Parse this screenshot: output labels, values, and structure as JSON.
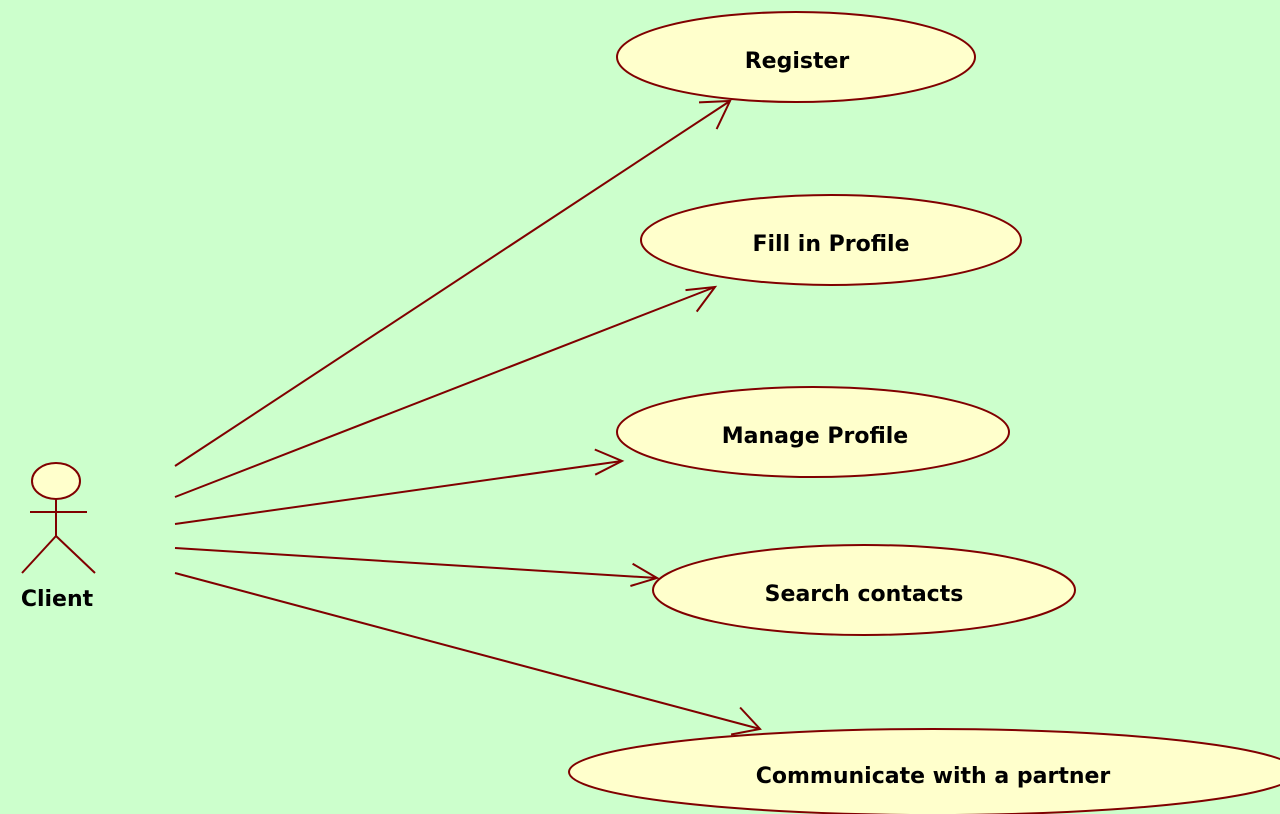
{
  "diagram_type": "UML use case diagram",
  "colors": {
    "background": "#ccffcc",
    "usecase_fill": "#ffffcc",
    "stroke": "#800000",
    "text": "#000000"
  },
  "actor": {
    "label": "Client"
  },
  "use_cases": [
    {
      "label": "Register"
    },
    {
      "label": "Fill in Profile"
    },
    {
      "label": "Manage Profile"
    },
    {
      "label": "Search contacts"
    },
    {
      "label": "Communicate with a partner"
    }
  ],
  "associations": [
    {
      "from": "Client",
      "to": "Register",
      "arrow": "open"
    },
    {
      "from": "Client",
      "to": "Fill in Profile",
      "arrow": "open"
    },
    {
      "from": "Client",
      "to": "Manage Profile",
      "arrow": "open"
    },
    {
      "from": "Client",
      "to": "Search contacts",
      "arrow": "open"
    },
    {
      "from": "Client",
      "to": "Communicate with a partner",
      "arrow": "open"
    }
  ]
}
